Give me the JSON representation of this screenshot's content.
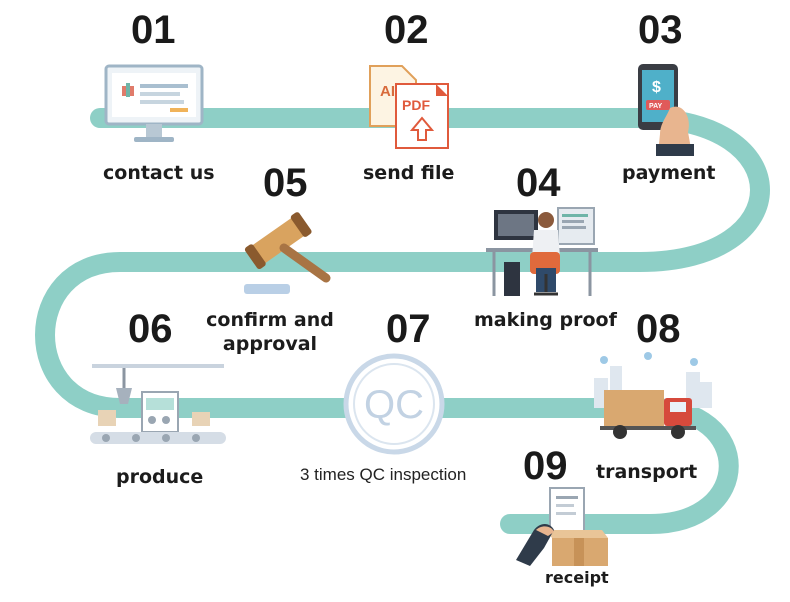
{
  "colors": {
    "road": "#8ecfc6",
    "road_dark": "#7cc3b9",
    "text": "#1c1c1c"
  },
  "steps": [
    {
      "number": "01",
      "label": "contact us",
      "icon": "computer-monitor-icon"
    },
    {
      "number": "02",
      "label": "send file",
      "icon": "ai-pdf-file-icon",
      "badges": [
        "AI",
        "PDF"
      ]
    },
    {
      "number": "03",
      "label": "payment",
      "icon": "phone-payment-icon",
      "badges": [
        "$",
        "PAY"
      ]
    },
    {
      "number": "04",
      "label": "making proof",
      "icon": "designer-at-desk-icon"
    },
    {
      "number": "05",
      "label_line1": "confirm and",
      "label_line2": "approval",
      "icon": "gavel-icon"
    },
    {
      "number": "06",
      "label": "produce",
      "icon": "production-line-icon"
    },
    {
      "number": "07",
      "label": "3 times QC inspection",
      "icon": "qc-stamp-icon",
      "badge": "QC"
    },
    {
      "number": "08",
      "label": "transport",
      "icon": "delivery-truck-icon"
    },
    {
      "number": "09",
      "label": "receipt",
      "icon": "package-receipt-icon"
    }
  ]
}
